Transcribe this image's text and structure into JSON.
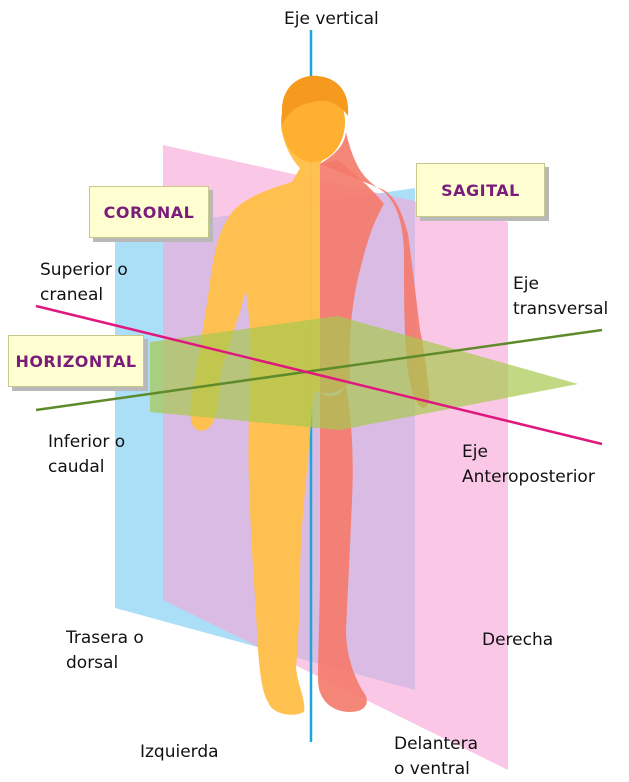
{
  "labels": {
    "vertical_axis": "Eje vertical",
    "superior": [
      "Superior o",
      "craneal"
    ],
    "transverse_axis": [
      "Eje",
      "transversal"
    ],
    "inferior": [
      "Inferior o",
      "caudal"
    ],
    "anteroposterior_axis": [
      "Eje",
      "Anteroposterior"
    ],
    "posterior": [
      "Trasera o",
      "dorsal"
    ],
    "right": "Derecha",
    "left": "Izquierda",
    "anterior": [
      "Delantera",
      "o ventral"
    ]
  },
  "planes": {
    "coronal": "CORONAL",
    "sagittal": "SAGITAL",
    "horizontal": "HORIZONTAL"
  },
  "colors": {
    "coronal_plane": "#8fd3f4",
    "sagittal_plane": "#f7a6d6",
    "horizontal_plane": "#a7c94f",
    "vertical_axis": "#1fa6d8",
    "transverse_axis": "#5e8a2a",
    "anteroposterior_axis": "#e0187e",
    "body_left": "#ffc04a",
    "body_right": "#f47a6a",
    "tag_text": "#7a1d7a",
    "tag_bg": "#fefed0"
  }
}
